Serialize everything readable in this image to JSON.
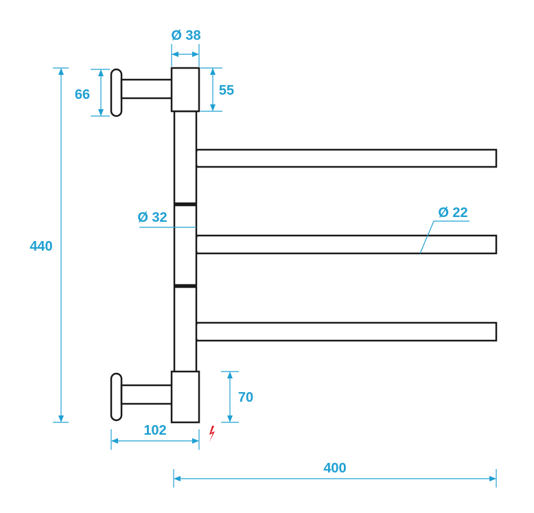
{
  "colors": {
    "dimension": "#1fa0d2",
    "outline": "#1a1a1a",
    "electric_symbol": "#e21b23"
  },
  "dimensions": {
    "mount_diameter": "Ø 38",
    "bracket_height": "66",
    "top_mount_height": "55",
    "total_height": "440",
    "pipe_diameter": "Ø 32",
    "bar_diameter": "Ø 22",
    "bottom_mount_height": "70",
    "wall_distance": "102",
    "bar_length": "400"
  },
  "icons": {
    "electric": "lightning-bolt-icon"
  }
}
